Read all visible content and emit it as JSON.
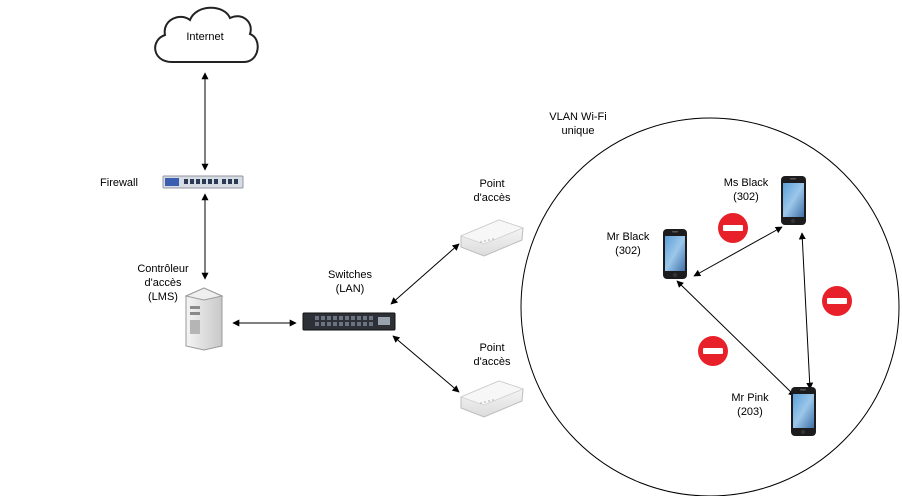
{
  "nodes": {
    "internet": {
      "label": "Internet"
    },
    "firewall": {
      "label": "Firewall"
    },
    "controller": {
      "line1": "Contrôleur",
      "line2": "d'accès",
      "line3": "(LMS)"
    },
    "switches": {
      "line1": "Switches",
      "line2": "(LAN)"
    },
    "ap_top": {
      "line1": "Point",
      "line2": "d'accès"
    },
    "ap_bottom": {
      "line1": "Point",
      "line2": "d'accès"
    },
    "vlan": {
      "line1": "VLAN Wi-Fi",
      "line2": "unique"
    },
    "mr_black": {
      "line1": "Mr Black",
      "line2": "(302)"
    },
    "ms_black": {
      "line1": "Ms Black",
      "line2": "(302)"
    },
    "mr_pink": {
      "line1": "Mr Pink",
      "line2": "(203)"
    }
  },
  "icons": [
    "cloud-icon",
    "firewall-appliance-icon",
    "server-icon",
    "network-switch-icon",
    "access-point-icon",
    "smartphone-icon",
    "no-entry-icon"
  ],
  "colors": {
    "no_entry": "#e8202a",
    "line": "#000000",
    "circle": "#000000"
  }
}
